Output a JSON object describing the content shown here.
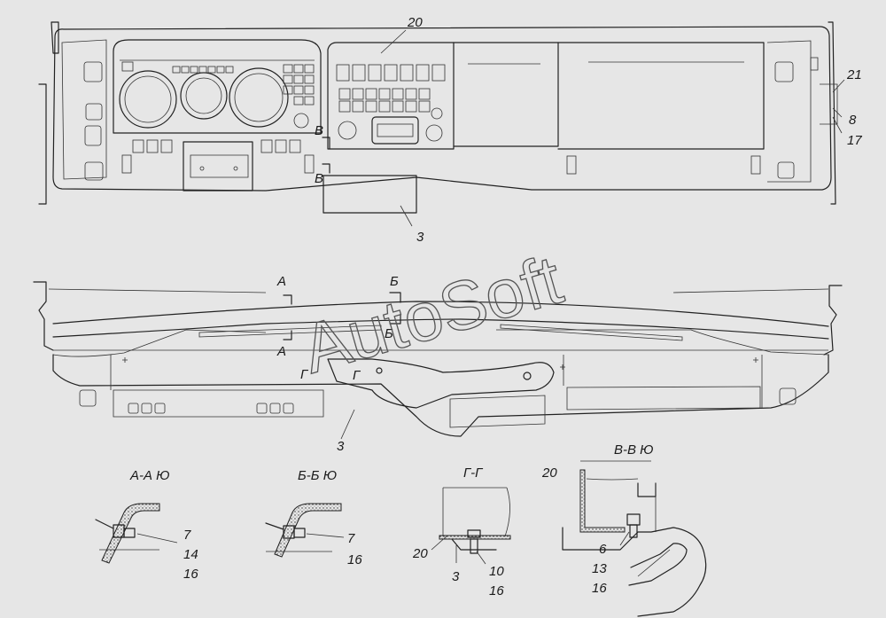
{
  "watermark": "AutoSoft",
  "callouts": {
    "top": [
      "20",
      "21",
      "8",
      "17",
      "3"
    ],
    "front": [
      "3"
    ],
    "section_aa": [
      "7",
      "14",
      "16"
    ],
    "section_bb": [
      "7",
      "16"
    ],
    "section_gg": [
      "20",
      "3",
      "10",
      "16"
    ],
    "section_vv": [
      "20",
      "6",
      "13",
      "16"
    ]
  },
  "section_marks": {
    "v_upper": "В",
    "v_lower": "В",
    "a_upper": "А",
    "a_lower": "А",
    "b_upper": "Б",
    "b_lower": "Б",
    "g_left": "Г",
    "g_right": "Г"
  },
  "section_titles": {
    "aa": "А-А Ю",
    "bb": "Б-Б Ю",
    "gg": "Г-Г",
    "vv": "В-В Ю"
  }
}
